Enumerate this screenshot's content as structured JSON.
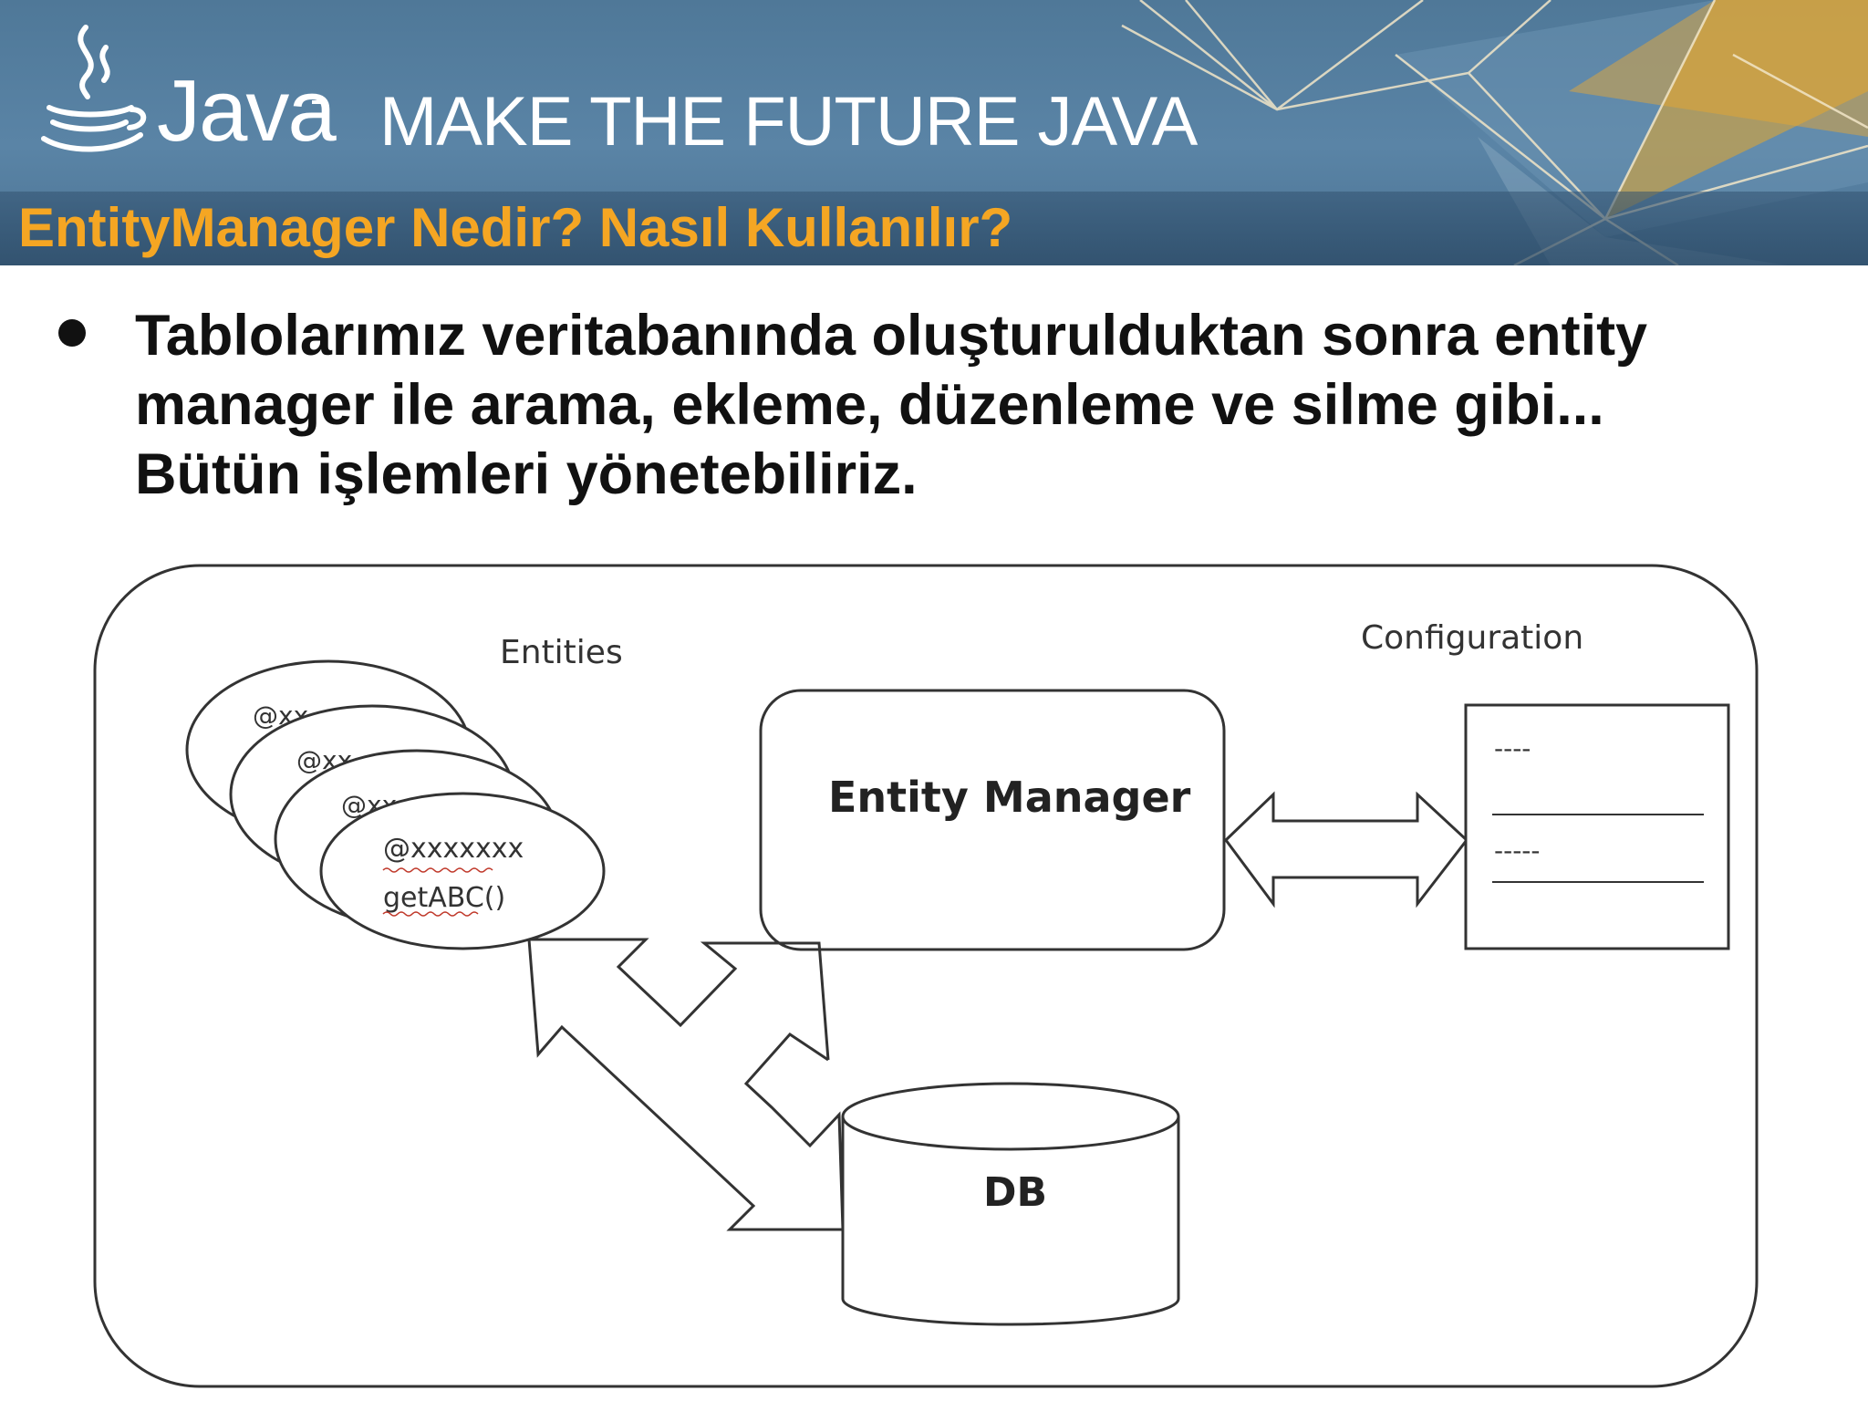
{
  "header": {
    "brand": "Java",
    "tagline": "MAKE THE FUTURE JAVA",
    "logo_icon": "java-coffee-cup-icon"
  },
  "slide": {
    "title": "EntityManager Nedir? Nasıl Kullanılır?",
    "bullet_lines": [
      "Tablolarımız veritabanında oluşturulduktan sonra entity",
      "manager ile arama, ekleme, düzenleme ve silme gibi...",
      "Bütün işlemleri yönetebiliriz."
    ]
  },
  "diagram": {
    "entities_label": "Entities",
    "configuration_label": "Configuration",
    "entity_card_partial": "@xx",
    "entity_annotation": "@xxxxxxx",
    "entity_method": "getABC()",
    "entity_manager_label": "Entity Manager",
    "db_label": "DB",
    "config_lines": [
      "----",
      "-----"
    ]
  },
  "colors": {
    "title": "#f5a623",
    "header_blue": "#5a84a6",
    "accent_gold": "#e7a82a"
  }
}
